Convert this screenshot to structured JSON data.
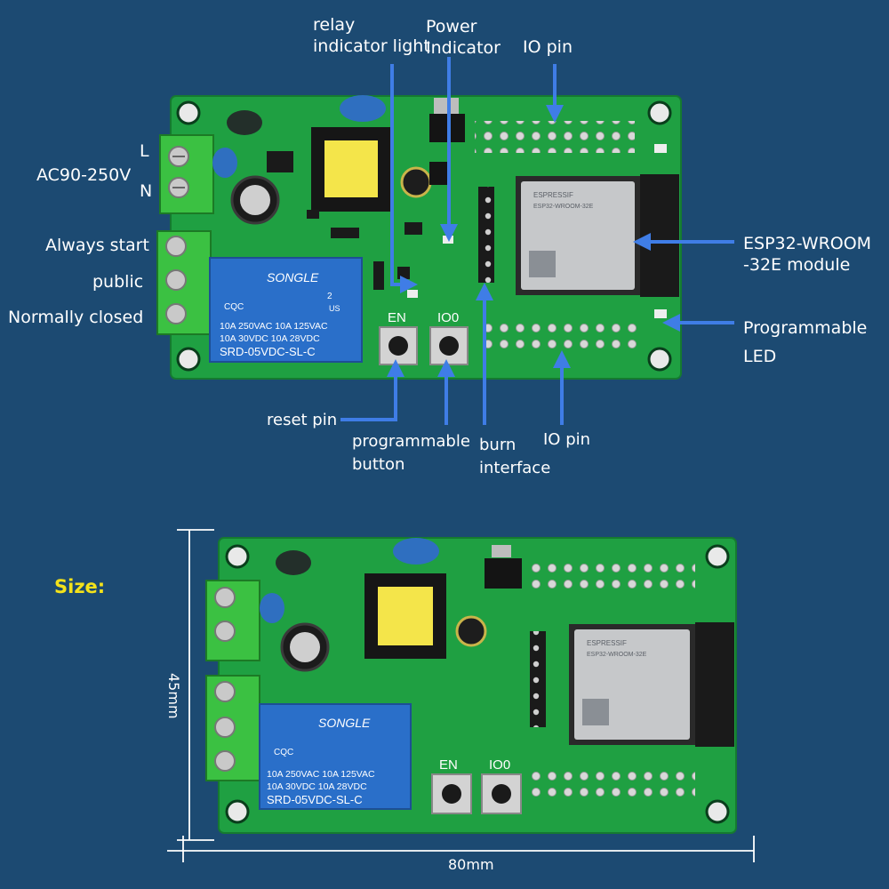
{
  "colors": {
    "background": "#1c4a72",
    "pcb": "#1fa042",
    "arrow": "#3f7de6",
    "relay": "#2a6fc9",
    "terminal": "#3bc142",
    "size_label": "#f4e21a"
  },
  "labels": {
    "relay_indicator": "relay\nindicator light",
    "power_indicator": "Power\nIndicator",
    "io_pin_top": "IO pin",
    "ac_voltage": "AC90-250V",
    "L": "L",
    "N": "N",
    "always_start": "Always start",
    "public": "public",
    "normally_closed": "Normally closed",
    "esp32_module": "ESP32-WROOM\n-32E module",
    "programmable_led": "Programmable\nLED",
    "reset_pin": "reset pin",
    "programmable_button": "programmable\nbutton",
    "burn_interface": "burn\ninterface",
    "io_pin_bottom": "IO pin"
  },
  "board": {
    "relay_brand": "SONGLE",
    "relay_line1": "10A 250VAC  10A 125VAC",
    "relay_line2": "10A  30VDC  10A  28VDC",
    "relay_model": "SRD-05VDC-SL-C",
    "cqc": "CQC",
    "ul_no": "2",
    "ul_us": "US",
    "en_label": "EN",
    "io0_label": "IO0",
    "module_brand": "ESPRESSIF",
    "module_model": "ESP32-WROOM-32E"
  },
  "size": {
    "label": "Size:",
    "height": "45mm",
    "width": "80mm"
  }
}
